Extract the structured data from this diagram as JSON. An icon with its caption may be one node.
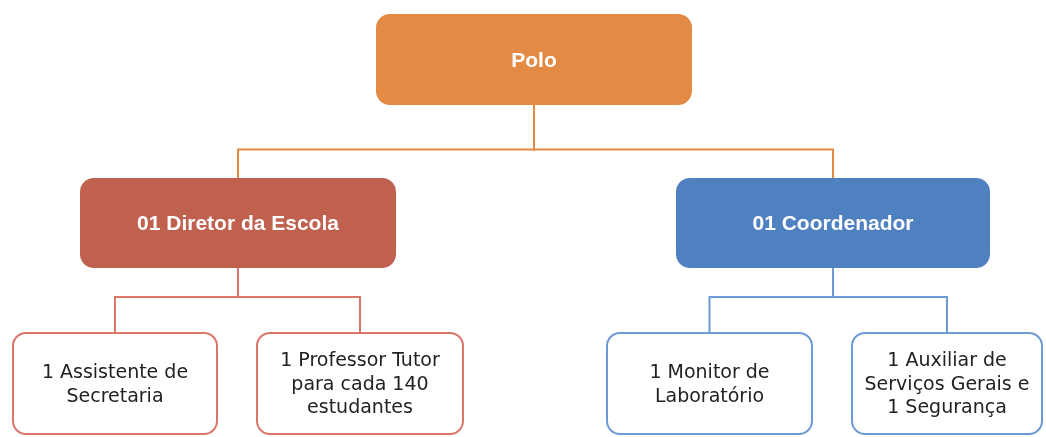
{
  "diagram": {
    "nodes": [
      {
        "text": [
          "Polo"
        ]
      },
      {
        "text": [
          "01 Diretor da Escola"
        ]
      },
      {
        "text": [
          "01 Coordenador"
        ]
      },
      {
        "text": [
          "1 Assistente de Secretaria"
        ]
      },
      {
        "text": [
          "1 Professor Tutor para cada 140 estudantes"
        ]
      },
      {
        "text": [
          "1 Monitor de Laboratório"
        ]
      },
      {
        "text": [
          "1 Auxiliar de Serviços Gerais e 1 Segurança"
        ]
      }
    ],
    "edges": [
      {
        "from": 0,
        "to": 1,
        "arrow": "none",
        "color": "#e38a45"
      },
      {
        "from": 0,
        "to": 2,
        "arrow": "none",
        "color": "#e38a45"
      },
      {
        "from": 1,
        "to": 3,
        "arrow": "none",
        "color": "#d9776a"
      },
      {
        "from": 1,
        "to": 4,
        "arrow": "none",
        "color": "#d9776a"
      },
      {
        "from": 2,
        "to": 5,
        "arrow": "none",
        "color": "#6f9bd3"
      },
      {
        "from": 2,
        "to": 6,
        "arrow": "none",
        "color": "#6f9bd3"
      }
    ]
  }
}
